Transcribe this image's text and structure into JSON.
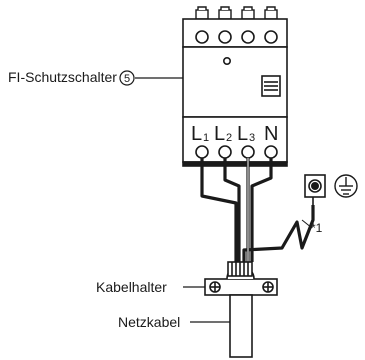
{
  "labels": {
    "rcd": "FI-Schutzschalter",
    "rcd_ref": "5",
    "cable_holder": "Kabelhalter",
    "mains_cable": "Netzkabel",
    "footnote": "*1"
  },
  "terminals": [
    {
      "main": "L",
      "sub": "1"
    },
    {
      "main": "L",
      "sub": "2"
    },
    {
      "main": "L",
      "sub": "3"
    },
    {
      "main": "N",
      "sub": ""
    }
  ],
  "icons": {
    "ground_screw": "ground-screw-icon",
    "ground_symbol": "protective-earth-icon"
  }
}
